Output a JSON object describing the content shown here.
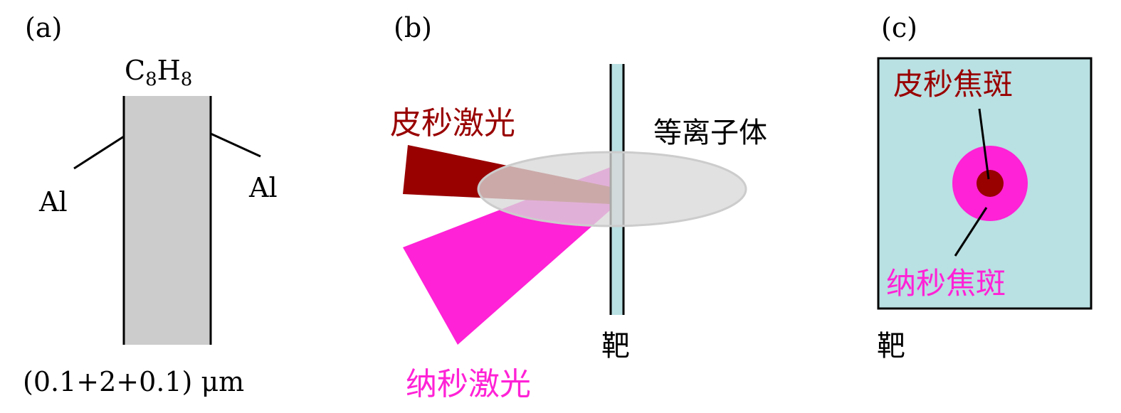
{
  "panel_a": {
    "label": "(a)",
    "layer_label": "C",
    "layer_sub1": "8",
    "layer_h": "H",
    "layer_sub2": "8",
    "left_label": "Al",
    "right_label": "Al",
    "thickness": "(0.1+2+0.1) μm"
  },
  "panel_b": {
    "label": "(b)",
    "ps_laser": "皮秒激光",
    "ns_laser": "纳秒激光",
    "plasma": "等离子体",
    "target": "靶"
  },
  "panel_c": {
    "label": "(c)",
    "ps_spot": "皮秒焦斑",
    "ns_spot": "纳秒焦斑",
    "target": "靶"
  },
  "colors": {
    "ps": "#990000",
    "ns": "#ff22d6",
    "target": "#b9e0e3",
    "layer": "#cccccc",
    "plasma": "#dddddd"
  }
}
